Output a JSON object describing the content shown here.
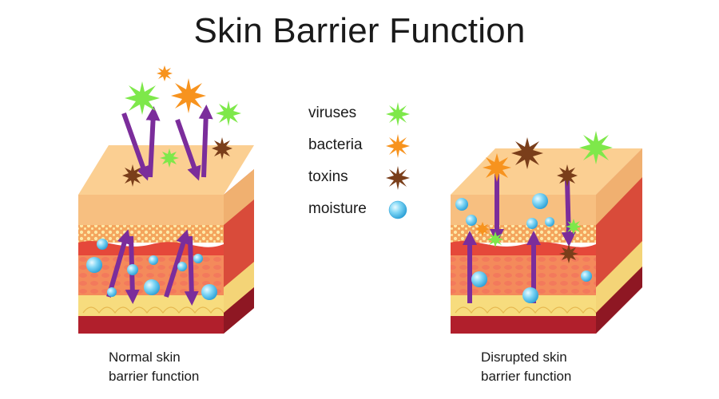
{
  "title": "Skin Barrier Function",
  "legend": [
    {
      "label": "viruses",
      "icon": "green-star-icon",
      "color": "#7ee84a"
    },
    {
      "label": "bacteria",
      "icon": "orange-star-icon",
      "color": "#f7931e"
    },
    {
      "label": "toxins",
      "icon": "brown-star-icon",
      "color": "#7a3e1a"
    },
    {
      "label": "moisture",
      "icon": "water-droplet-icon",
      "color": "#5ec8ef"
    }
  ],
  "panels": [
    {
      "caption_line1": "Normal skin",
      "caption_line2": "barrier function"
    },
    {
      "caption_line1": "Disrupted skin",
      "caption_line2": "barrier function"
    }
  ],
  "colors": {
    "arrow": "#7b2d9b",
    "epidermis_top": "#fbc98a",
    "epidermis_side": "#f5b979",
    "dermis": "#f48a5b",
    "dermis_dark": "#d94b3a",
    "fat": "#f7dc7e",
    "base": "#b11f2c"
  }
}
